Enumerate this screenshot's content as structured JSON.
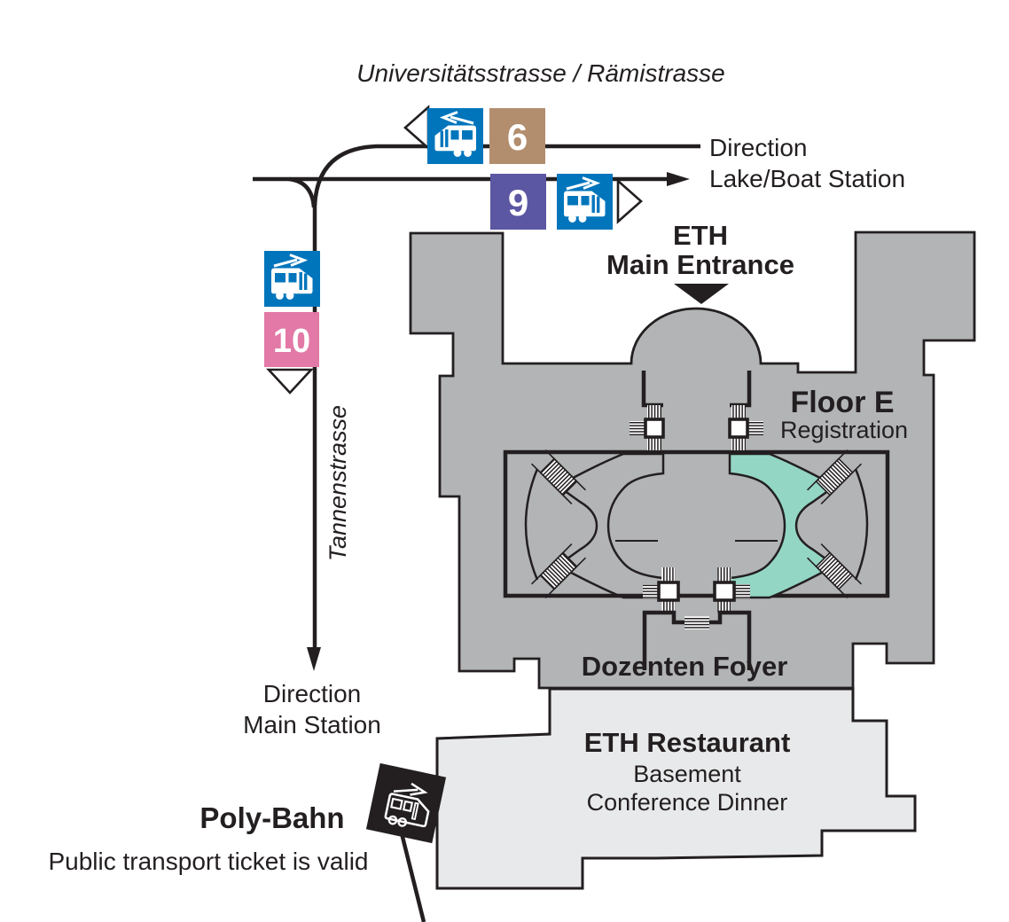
{
  "street_labels": {
    "top": "Universitätsstrasse / Rämistrasse",
    "left": "Tannenstrasse"
  },
  "directions": {
    "lake_line1": "Direction",
    "lake_line2": "Lake/Boat Station",
    "main_line1": "Direction",
    "main_line2": "Main Station"
  },
  "entrance": {
    "line1": "ETH",
    "line2": "Main Entrance"
  },
  "floor": {
    "title": "Floor E",
    "subtitle": "Registration"
  },
  "foyer_label": "Dozenten Foyer",
  "restaurant": {
    "title": "ETH Restaurant",
    "line2": "Basement",
    "line3": "Conference Dinner"
  },
  "polybahn": {
    "title": "Poly-Bahn",
    "note": "Public transport ticket is valid"
  },
  "tram_lines": [
    {
      "number": "6",
      "badge_color": "#b28e6e",
      "direction": "left"
    },
    {
      "number": "9",
      "badge_color": "#5c57a2",
      "direction": "right"
    },
    {
      "number": "10",
      "badge_color": "#e279a6",
      "direction": "down"
    }
  ],
  "colors": {
    "ink": "#231f20",
    "building": "#b2b4b6",
    "restaurant": "#e8e9ea",
    "highlight": "#93d6c4",
    "tram_blue": "#0075bc",
    "white": "#ffffff"
  }
}
